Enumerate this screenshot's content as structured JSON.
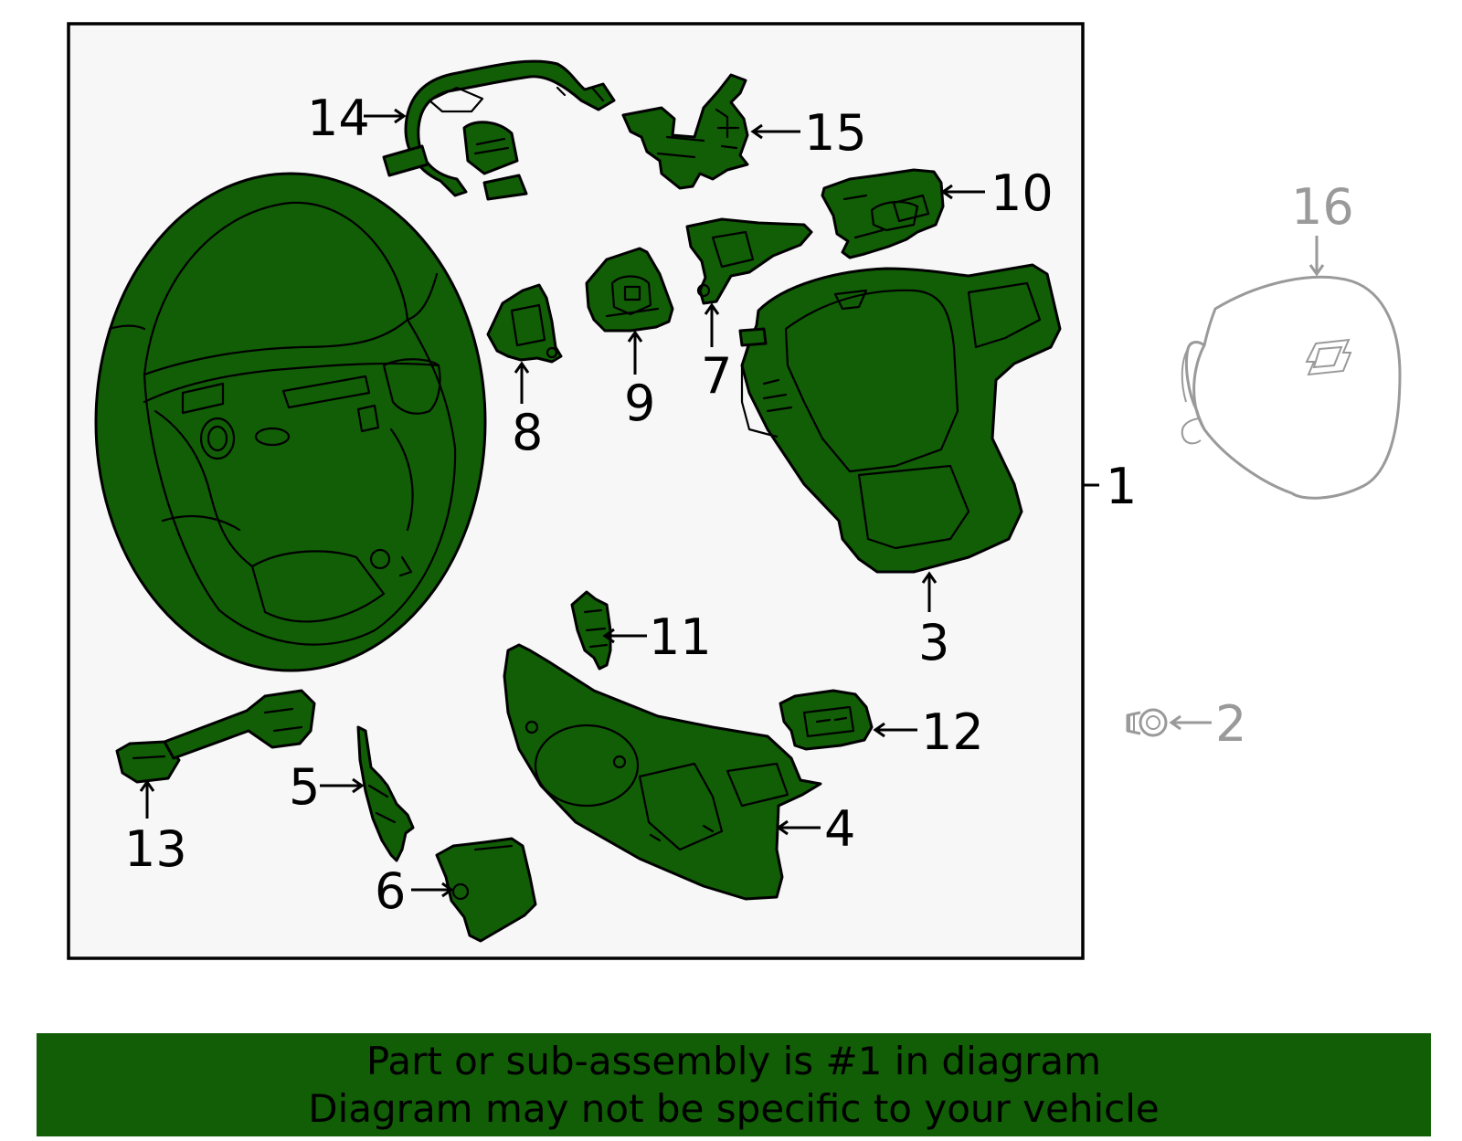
{
  "colors": {
    "part_fill": "#115e06",
    "ghost_part": "#9a9a9a",
    "frame_background": "#f7f7f7"
  },
  "callouts": {
    "c1": "1",
    "c2": "2",
    "c3": "3",
    "c4": "4",
    "c5": "5",
    "c6": "6",
    "c7": "7",
    "c8": "8",
    "c9": "9",
    "c10": "10",
    "c11": "11",
    "c12": "12",
    "c13": "13",
    "c14": "14",
    "c15": "15",
    "c16": "16"
  },
  "banner": {
    "line1": "Part or sub-assembly is #1 in diagram",
    "line2": "Diagram may not be specific to your vehicle"
  }
}
